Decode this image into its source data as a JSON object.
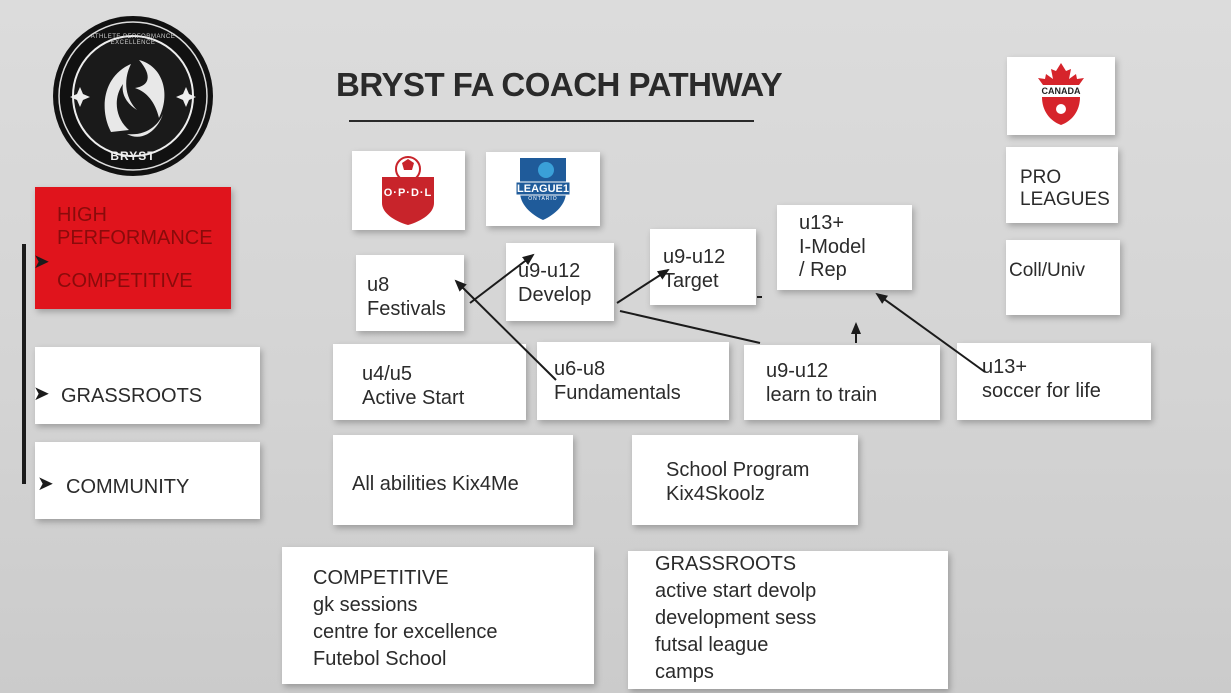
{
  "title": "BRYST FA COACH PATHWAY",
  "logos": {
    "bryst": {
      "ring_text": "ATHLETE PERFORMANCE EXCELLENCE",
      "name": "BRYST"
    },
    "opdl": {
      "label": "O·P·D·L"
    },
    "league1": {
      "label": "LEAGUE1",
      "sub": "ONTARIO"
    },
    "canada": {
      "label": "CANADA"
    }
  },
  "tiers": {
    "high_performance": "HIGH\nPERFORMANCE",
    "competitive": "COMPETITIVE",
    "grassroots": "GRASSROOTS",
    "community": "COMMUNITY"
  },
  "stages": {
    "u8_festivals": "u8\nFestivals",
    "u9_u12_develop": "u9-u12\nDevelop",
    "u9_u12_target": "u9-u12\nTarget",
    "u13_imodel": "u13+\nI-Model\n/ Rep",
    "pro_leagues": "PRO\nLEAGUES",
    "coll_univ": "Coll/Univ",
    "u4_u5": "u4/u5\nActive Start",
    "u6_u8": "u6-u8\nFundamentals",
    "u9_u12_learn": "u9-u12\nlearn to train",
    "u13_life": "u13+\nsoccer for life",
    "all_abilities": "All abilities Kix4Me",
    "school": "School Program\nKix4Skoolz"
  },
  "programs": {
    "competitive": "COMPETITIVE\ngk sessions\ncentre for excellence\nFutebol School",
    "grassroots": "GRASSROOTS\nactive start devolp\ndevelopment sess\nfutsal league\ncamps"
  },
  "colors": {
    "accent_red": "#e0141c",
    "text_red": "#8a0b0b",
    "dark": "#1b1b1b"
  }
}
